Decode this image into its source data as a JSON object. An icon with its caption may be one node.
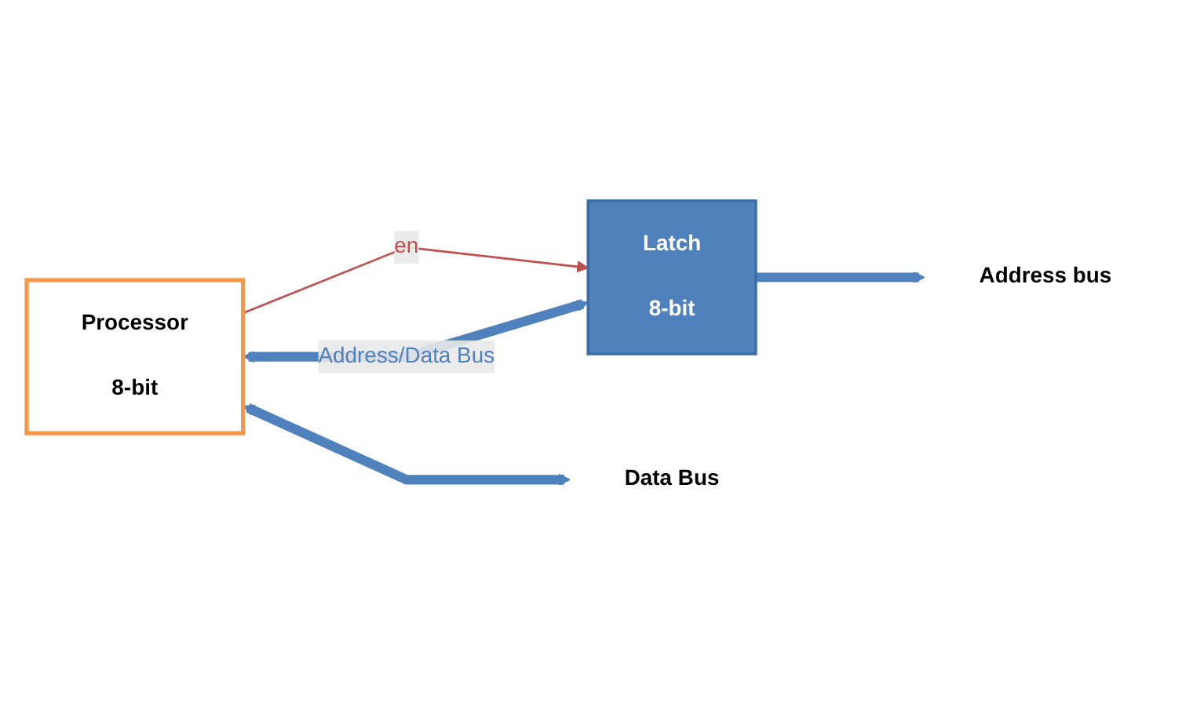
{
  "diagram": {
    "nodes": [
      {
        "text": [
          "Processor",
          "8-bit"
        ]
      },
      {
        "text": [
          "Latch",
          "8-bit"
        ]
      },
      {
        "text": [
          "Address bus"
        ]
      },
      {
        "text": [
          "Data Bus"
        ]
      }
    ],
    "edges": [
      {
        "from": 0,
        "to": 1,
        "arrow": "to",
        "label": "en",
        "color": "#c0504d"
      },
      {
        "from": 0,
        "to": 1,
        "arrow": "both",
        "label": "Address/Data Bus"
      },
      {
        "from": 1,
        "to": 2,
        "arrow": "to"
      },
      {
        "from": 0,
        "to": 3,
        "arrow": "both"
      }
    ]
  }
}
